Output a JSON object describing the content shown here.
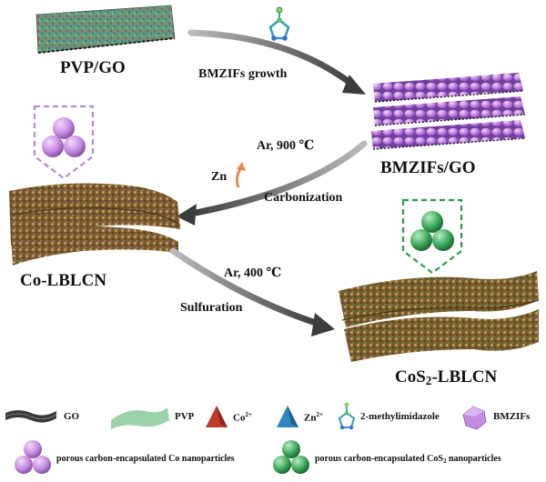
{
  "labels": {
    "pvp_go": "PVP/GO",
    "bmzifs_growth": "BMZIFs growth",
    "bmzifs_go": "BMZIFs/GO",
    "ar_900": "Ar, 900 ℃",
    "zn": "Zn",
    "carbonization": "Carbonization",
    "co_lblcn": "Co-LBLCN",
    "ar_400": "Ar, 400 ℃",
    "sulfuration": "Sulfuration",
    "cos2_prefix": "CoS",
    "cos2_sub": "2",
    "cos2_suffix": "-LBLCN"
  },
  "legend": {
    "go": "GO",
    "pvp": "PVP",
    "co2_base": "Co",
    "co2_sup": "2+",
    "zn2_base": "Zn",
    "zn2_sup": "2+",
    "methylimidazole": "2-methylimidazole",
    "bmzifs": "BMZIFs",
    "co_np": "porous carbon-encapsulated Co nanoparticles",
    "cos2_np_prefix": "porous carbon-encapsulated CoS",
    "cos2_np_sub": "2",
    "cos2_np_suffix": " nanoparticles"
  },
  "colors": {
    "go": "#2b2b2b",
    "pvp": "#8fc7a0",
    "co2": "#c0392b",
    "zn2": "#2e86c1",
    "ligand": "#2e9fb0",
    "bmzif": "#b36fd0",
    "co_sphere": "#c58be0",
    "cos2_sphere": "#2f9a4e",
    "arrow": "#4a4a4a",
    "carbon": "#8a6a3a"
  }
}
